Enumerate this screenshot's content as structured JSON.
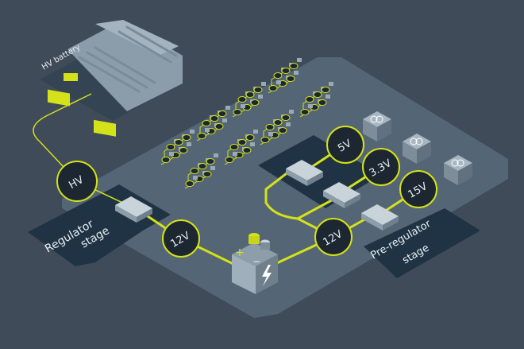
{
  "title": "HV to low-voltage power distribution",
  "labels": {
    "hv_battery": "HV battery",
    "regulator_line1": "Regulator",
    "regulator_line2": "stage",
    "preregulator_line1": "Pre-regulator",
    "preregulator_line2": "stage"
  },
  "nodes": {
    "hv": "HV",
    "v12_a": "12V",
    "v12_b": "12V",
    "v5": "5V",
    "v33": "3.3V",
    "v15": "15V"
  },
  "battery_symbols": {
    "plus": "+",
    "minus": "−"
  },
  "colors": {
    "background": "#3f4b59",
    "platform": "#546676",
    "dark_panel": "#1f3344",
    "accent": "#d4e21a",
    "node_fill": "#1c2731"
  }
}
